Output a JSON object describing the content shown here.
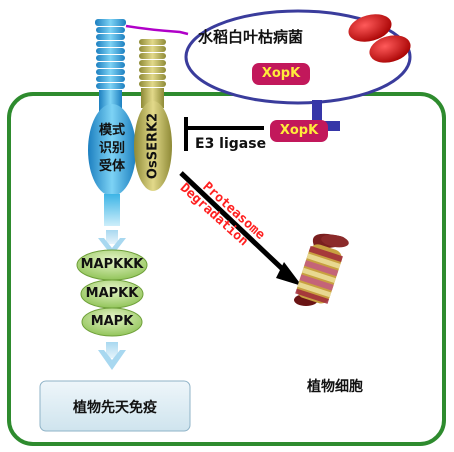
{
  "pathogen": {
    "name": "水稻白叶枯病菌",
    "effector": "XopK"
  },
  "effector_in_cell": "XopK",
  "prr_label_lines": [
    "模式",
    "识别",
    "受体"
  ],
  "coreceptor_label": "OsSERK2",
  "e3_label": "E3 ligase",
  "degradation_label_lines": [
    "Proteasome",
    "Degradation"
  ],
  "mapk_cascade": [
    "MAPKKK",
    "MAPKK",
    "MAPK"
  ],
  "immunity_label": "植物先天免疫",
  "cell_label": "植物细胞",
  "colors": {
    "cell_membrane": "#2e8b2e",
    "pathogen_outline": "#3a3c9c",
    "bacteria": "#cc1111",
    "effector_badge": "#c2185b",
    "inhibition_bar": "#3636a8",
    "prr_receptor": "#3cb4e6",
    "coreceptor": "#c8b84a",
    "mapk_fill": "#9ccc65",
    "immunity_box": "#dcebf3",
    "degradation_text": "#ff2020"
  }
}
